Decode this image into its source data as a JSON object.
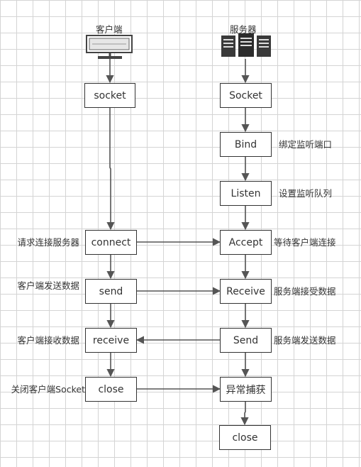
{
  "client": {
    "title": "客户端",
    "steps": {
      "socket": "socket",
      "connect": "connect",
      "send": "send",
      "receive": "receive",
      "close": "close"
    },
    "labels": {
      "connect": "请求连接服务器",
      "send": "客户端发送数据",
      "receive": "客户端接收数据",
      "close": "关闭客户端Socket"
    }
  },
  "server": {
    "title": "服务器",
    "steps": {
      "socket": "Socket",
      "bind": "Bind",
      "listen": "Listen",
      "accept": "Accept",
      "receive": "Receive",
      "send": "Send",
      "exception": "异常捕获",
      "close": "close"
    },
    "labels": {
      "bind": "绑定监听端口",
      "listen": "设置监听队列",
      "accept": "等待客户端连接",
      "receive": "服务端接受数据",
      "send": "服务端发送数据"
    }
  },
  "icons": {
    "client": "monitor-icon",
    "server": "server-rack-icon"
  },
  "colors": {
    "line": "#555555",
    "border": "#333333"
  }
}
